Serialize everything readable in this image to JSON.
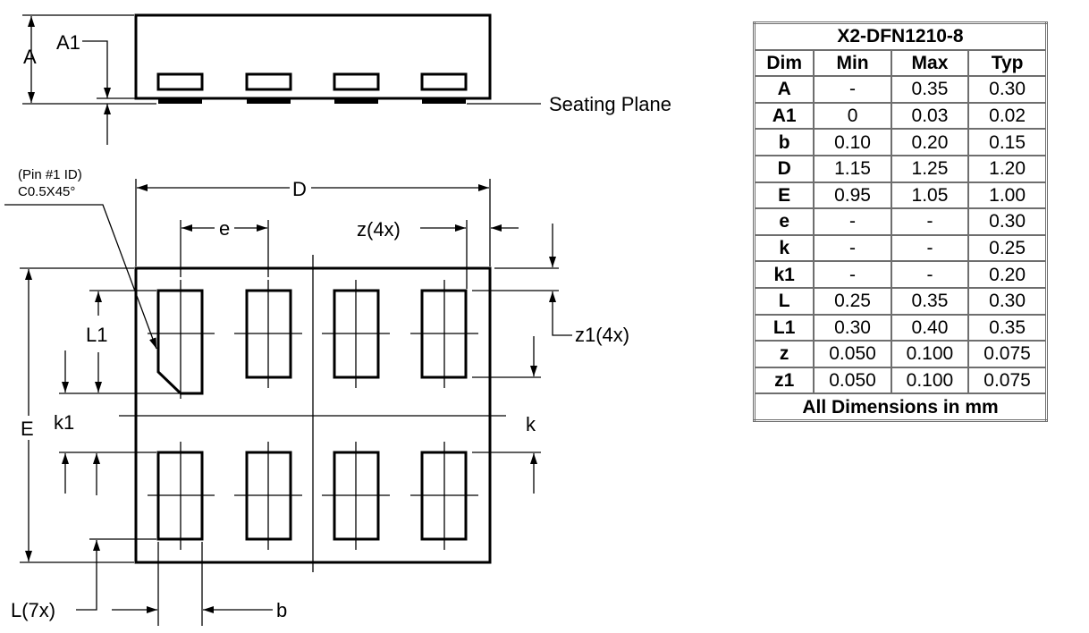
{
  "labels": {
    "A": "A",
    "A1": "A1",
    "seating_plane": "Seating Plane",
    "pin1_line1": "(Pin #1 ID)",
    "pin1_line2": "C0.5X45°",
    "D": "D",
    "e": "e",
    "z4x": "z(4x)",
    "z14x": "z1(4x)",
    "L1": "L1",
    "k1": "k1",
    "E": "E",
    "k": "k",
    "L7x": "L(7x)",
    "b": "b"
  },
  "table": {
    "title": "X2-DFN1210-8",
    "headers": [
      "Dim",
      "Min",
      "Max",
      "Typ"
    ],
    "rows": [
      [
        "A",
        "-",
        "0.35",
        "0.30"
      ],
      [
        "A1",
        "0",
        "0.03",
        "0.02"
      ],
      [
        "b",
        "0.10",
        "0.20",
        "0.15"
      ],
      [
        "D",
        "1.15",
        "1.25",
        "1.20"
      ],
      [
        "E",
        "0.95",
        "1.05",
        "1.00"
      ],
      [
        "e",
        "-",
        "-",
        "0.30"
      ],
      [
        "k",
        "-",
        "-",
        "0.25"
      ],
      [
        "k1",
        "-",
        "-",
        "0.20"
      ],
      [
        "L",
        "0.25",
        "0.35",
        "0.30"
      ],
      [
        "L1",
        "0.30",
        "0.40",
        "0.35"
      ],
      [
        "z",
        "0.050",
        "0.100",
        "0.075"
      ],
      [
        "z1",
        "0.050",
        "0.100",
        "0.075"
      ]
    ],
    "footer": "All Dimensions in mm"
  }
}
